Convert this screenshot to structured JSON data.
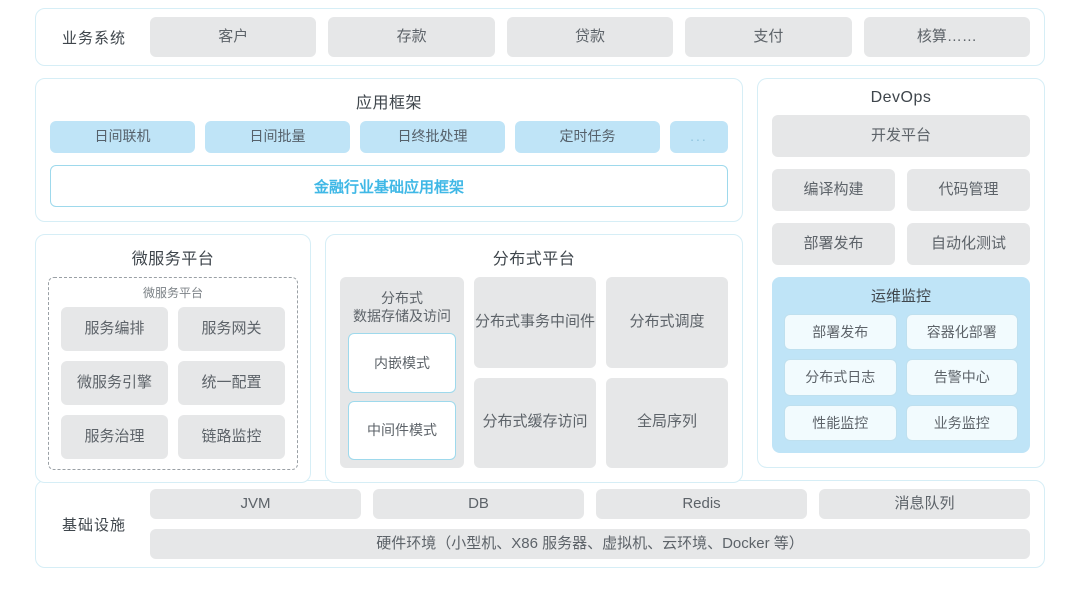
{
  "business_systems": {
    "label": "业务系统",
    "items": [
      "客户",
      "存款",
      "贷款",
      "支付",
      "核算……"
    ]
  },
  "app_framework": {
    "title": "应用框架",
    "items": [
      "日间联机",
      "日间批量",
      "日终批处理",
      "定时任务"
    ],
    "more_label": "...",
    "base_framework": "金融行业基础应用框架",
    "accent_color": "#40b8e6"
  },
  "micro_service": {
    "title": "微服务平台",
    "inner_title": "微服务平台",
    "items": [
      "服务编排",
      "服务网关",
      "微服务引擎",
      "统一配置",
      "服务治理",
      "链路监控"
    ]
  },
  "distributed": {
    "title": "分布式平台",
    "storage": {
      "caption": "分布式\n数据存储及访问",
      "caption_line1": "分布式",
      "caption_line2": "数据存储及访问",
      "modes": [
        "内嵌模式",
        "中间件模式"
      ]
    },
    "tiles": [
      {
        "line1": "分布式",
        "line2": "事务中间件"
      },
      {
        "line1": "分布式调度",
        "line2": ""
      },
      {
        "line1": "分布式",
        "line2": "缓存访问"
      },
      {
        "line1": "全局序列",
        "line2": ""
      }
    ]
  },
  "devops": {
    "title": "DevOps",
    "platform": "开发平台",
    "pairs": [
      [
        "编译构建",
        "代码管理"
      ],
      [
        "部署发布",
        "自动化测试"
      ]
    ],
    "ops_monitor": {
      "title": "运维监控",
      "bg_color": "#bfe4f7",
      "items": [
        "部署发布",
        "容器化部署",
        "分布式日志",
        "告警中心",
        "性能监控",
        "业务监控"
      ]
    }
  },
  "infrastructure": {
    "label": "基础设施",
    "items": [
      "JVM",
      "DB",
      "Redis",
      "消息队列"
    ],
    "hardware": "硬件环境（小型机、X86 服务器、虚拟机、云环境、Docker 等）"
  },
  "theme": {
    "border_color": "#d6eef6",
    "tile_gray": "#e6e7e8",
    "tile_blue": "#bfe4f7",
    "text_color": "#5d6369"
  }
}
